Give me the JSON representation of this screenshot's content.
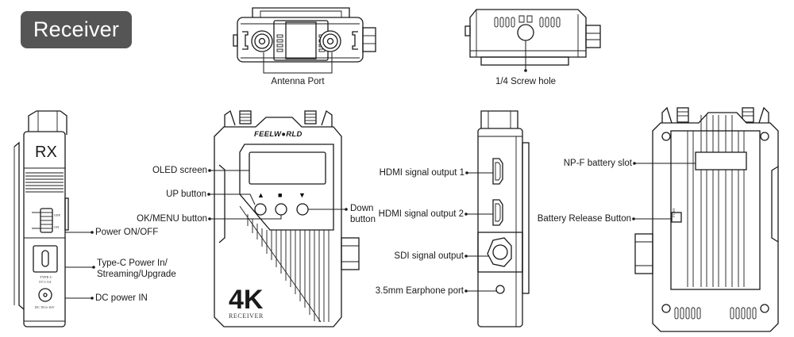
{
  "badge": {
    "title": "Receiver"
  },
  "views": {
    "top": {
      "label_antenna": "Antenna Port"
    },
    "bottom": {
      "label_screw": "1/4 Screw hole"
    },
    "left_side": {
      "engraving": "RX",
      "switch_off": "OFF",
      "switch_on": "ON",
      "typec_mark_1": "TYPE-C",
      "typec_mark_2": "5V/1.5A",
      "dc_mark": "DC IN 6-16V",
      "callouts": {
        "power": "Power ON/OFF",
        "typec_1": "Type-C Power In/",
        "typec_2": "Streaming/Upgrade",
        "dc": "DC power IN"
      }
    },
    "front": {
      "brand": "FEELW●RLD",
      "model_big": "4K",
      "model_small": "RECEIVER",
      "button_icons": {
        "up": "▲",
        "ok": "■",
        "down": "▼"
      },
      "callouts": {
        "oled": "OLED screen",
        "up": "UP button",
        "ok": "OK/MENU button",
        "down_1": "Down",
        "down_2": "button"
      }
    },
    "right_side": {
      "callouts": {
        "hdmi1": "HDMI signal output 1",
        "hdmi2": "HDMI signal output 2",
        "sdi": "SDI signal output",
        "earphone": "3.5mm Earphone port"
      }
    },
    "back": {
      "push_mark": "PUSH",
      "callouts": {
        "battery_slot": "NP-F battery slot",
        "release": "Battery Release Button"
      }
    }
  }
}
